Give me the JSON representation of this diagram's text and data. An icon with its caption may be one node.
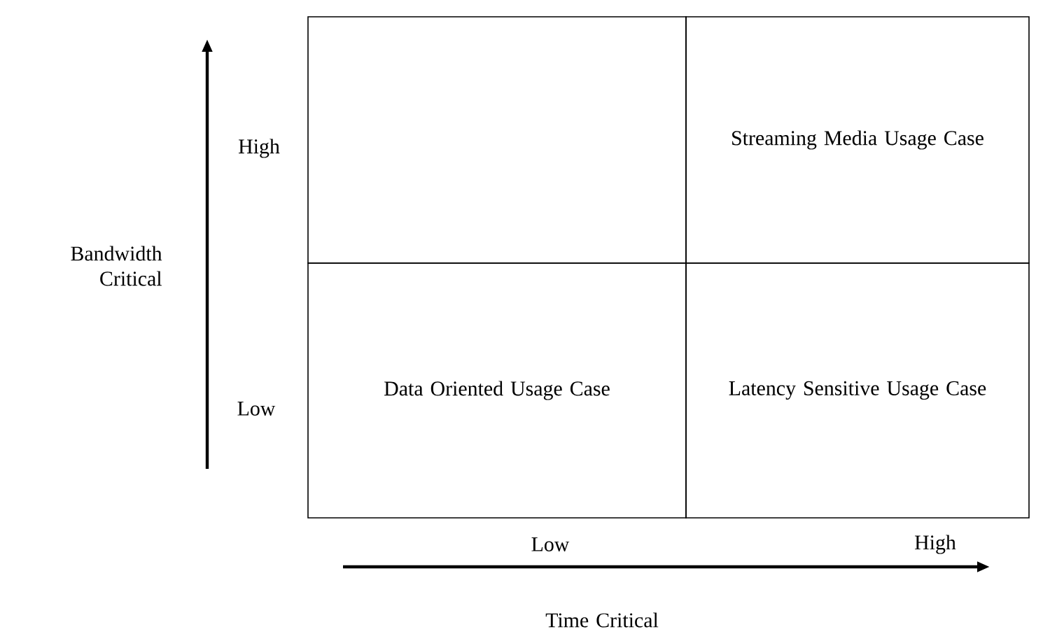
{
  "diagram": {
    "nodes": [
      {
        "text": [],
        "shape": "box"
      },
      {
        "text": [
          "Streaming Media Usage Case"
        ]
      },
      {
        "text": [
          "Data Oriented Usage Case"
        ]
      },
      {
        "text": [
          "Latency Sensitive Usage Case"
        ]
      }
    ],
    "labels": [
      "High",
      "Bandwidth Critical",
      "Low",
      "Low",
      "High",
      "Time Critical"
    ]
  }
}
